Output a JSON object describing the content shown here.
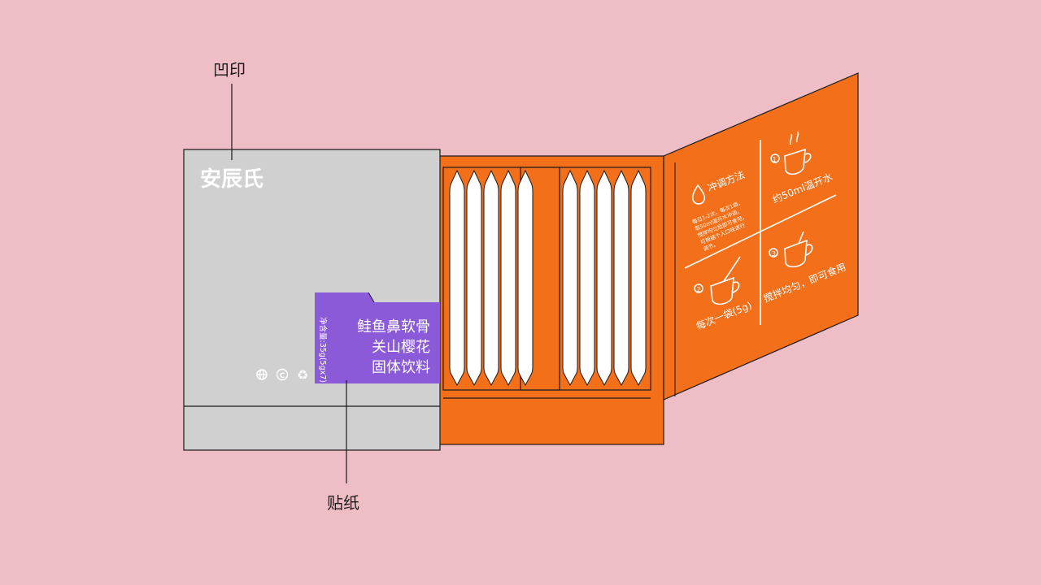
{
  "callouts": {
    "emboss": "凹印",
    "sticker": "贴纸"
  },
  "box": {
    "brand": "安辰氏",
    "trust_icons": [
      "globe-icon",
      "copyright-icon",
      "recycle-icon"
    ]
  },
  "label": {
    "product_lines": [
      "鲑鱼鼻软骨",
      "关山樱花",
      "固体饮料"
    ],
    "net_content": "净含量:35g(5gx7)"
  },
  "instructions": {
    "heading": "冲调方法",
    "body_lines": [
      "每日1-2次，每次1袋，",
      "取50ml温开水冲调，",
      "搅拌均匀后即可食用，",
      "可根据个人口味进行",
      "调节。"
    ],
    "steps": [
      {
        "number": "1",
        "text": "约50ml温开水"
      },
      {
        "number": "2",
        "text": "每次一袋(5g)"
      },
      {
        "number": "3",
        "text": "搅拌均匀，即可食用"
      }
    ]
  },
  "colors": {
    "background": "#efbdc6",
    "box_gray": "#d0d0d0",
    "tray_orange": "#f36f19",
    "sticker_purple": "#8a5ad8",
    "line": "#1a1a1a"
  }
}
